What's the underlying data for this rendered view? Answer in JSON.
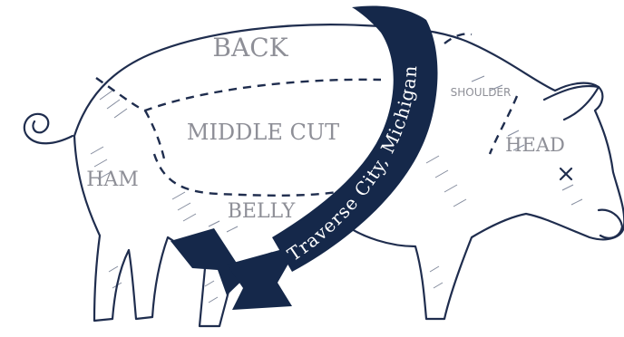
{
  "diagram": {
    "cuts": {
      "back": "BACK",
      "middle_cut": "MIDDLE CUT",
      "shoulder": "SHOULDER",
      "head": "HEAD",
      "ham": "HAM",
      "belly": "BELLY"
    },
    "banner": {
      "text": "Traverse City, Michigan"
    },
    "colors": {
      "ink": "#1f2d4e",
      "banner": "#15284a",
      "label": "#8e8f97",
      "background": "#ffffff"
    }
  }
}
